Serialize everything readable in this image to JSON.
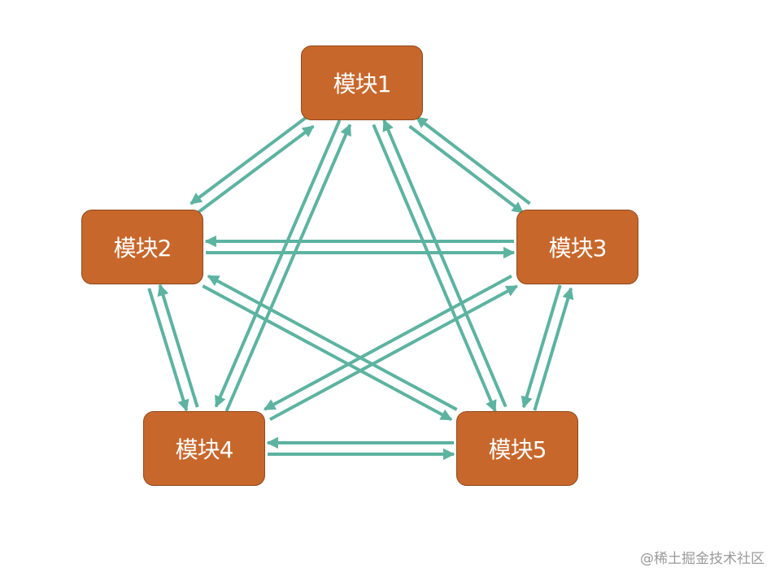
{
  "diagram": {
    "modules": [
      {
        "id": "m1",
        "label": "模块1"
      },
      {
        "id": "m2",
        "label": "模块2"
      },
      {
        "id": "m3",
        "label": "模块3"
      },
      {
        "id": "m4",
        "label": "模块4"
      },
      {
        "id": "m5",
        "label": "模块5"
      }
    ],
    "connections": [
      {
        "from": "m1",
        "to": "m2"
      },
      {
        "from": "m2",
        "to": "m1"
      },
      {
        "from": "m1",
        "to": "m3"
      },
      {
        "from": "m3",
        "to": "m1"
      },
      {
        "from": "m1",
        "to": "m4"
      },
      {
        "from": "m4",
        "to": "m1"
      },
      {
        "from": "m1",
        "to": "m5"
      },
      {
        "from": "m5",
        "to": "m1"
      },
      {
        "from": "m2",
        "to": "m3"
      },
      {
        "from": "m3",
        "to": "m2"
      },
      {
        "from": "m2",
        "to": "m4"
      },
      {
        "from": "m4",
        "to": "m2"
      },
      {
        "from": "m2",
        "to": "m5"
      },
      {
        "from": "m5",
        "to": "m2"
      },
      {
        "from": "m3",
        "to": "m4"
      },
      {
        "from": "m4",
        "to": "m3"
      },
      {
        "from": "m3",
        "to": "m5"
      },
      {
        "from": "m5",
        "to": "m3"
      },
      {
        "from": "m4",
        "to": "m5"
      },
      {
        "from": "m5",
        "to": "m4"
      }
    ],
    "colors": {
      "box_fill": "#c8672b",
      "box_border": "#8e4a1f",
      "arrow": "#5cb3a0",
      "text": "#ffffff"
    }
  },
  "watermark": {
    "text": "@稀土掘金技术社区"
  }
}
